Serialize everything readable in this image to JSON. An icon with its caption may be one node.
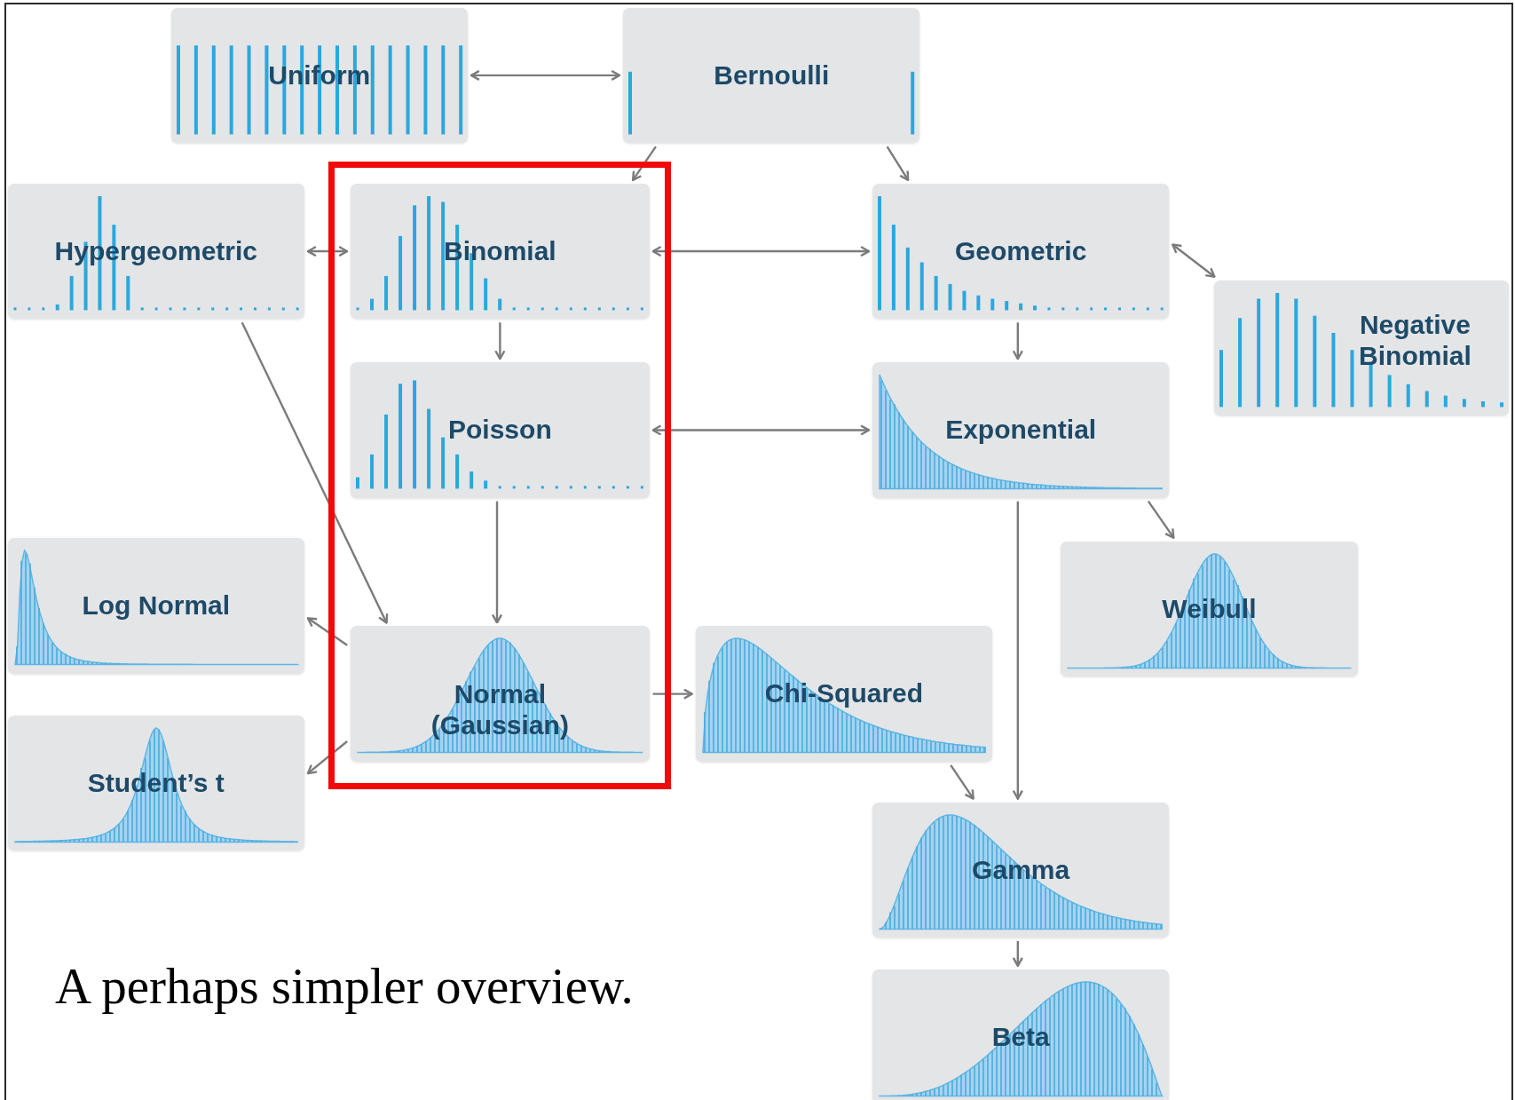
{
  "diagram": {
    "caption": "A perhaps simpler overview.",
    "nodes": [
      {
        "text": [
          "Uniform"
        ]
      },
      {
        "text": [
          "Bernoulli"
        ]
      },
      {
        "text": [
          "Hypergeometric"
        ]
      },
      {
        "text": [
          "Binomial"
        ]
      },
      {
        "text": [
          "Geometric"
        ]
      },
      {
        "text": [
          "Negative Binomial"
        ]
      },
      {
        "text": [
          "Poisson"
        ]
      },
      {
        "text": [
          "Exponential"
        ]
      },
      {
        "text": [
          "Log Normal"
        ]
      },
      {
        "text": [
          "Weibull"
        ]
      },
      {
        "text": [
          "Normal (Gaussian)"
        ]
      },
      {
        "text": [
          "Chi-Squared"
        ]
      },
      {
        "text": [
          "Student’s t"
        ]
      },
      {
        "text": [
          "Gamma"
        ]
      },
      {
        "text": [
          "Beta"
        ]
      }
    ],
    "edges": [
      {
        "from": 0,
        "to": 1,
        "arrow": "both"
      },
      {
        "from": 1,
        "to": 3,
        "arrow": "to"
      },
      {
        "from": 1,
        "to": 4,
        "arrow": "to"
      },
      {
        "from": 2,
        "to": 3,
        "arrow": "both"
      },
      {
        "from": 3,
        "to": 4,
        "arrow": "both"
      },
      {
        "from": 4,
        "to": 5,
        "arrow": "both"
      },
      {
        "from": 3,
        "to": 6,
        "arrow": "to"
      },
      {
        "from": 4,
        "to": 7,
        "arrow": "to"
      },
      {
        "from": 6,
        "to": 7,
        "arrow": "both"
      },
      {
        "from": 2,
        "to": 10,
        "arrow": "to"
      },
      {
        "from": 6,
        "to": 10,
        "arrow": "to"
      },
      {
        "from": 7,
        "to": 9,
        "arrow": "to"
      },
      {
        "from": 7,
        "to": 13,
        "arrow": "to"
      },
      {
        "from": 10,
        "to": 8,
        "arrow": "to"
      },
      {
        "from": 10,
        "to": 12,
        "arrow": "to"
      },
      {
        "from": 10,
        "to": 11,
        "arrow": "to"
      },
      {
        "from": 11,
        "to": 13,
        "arrow": "to"
      },
      {
        "from": 13,
        "to": 14,
        "arrow": "to"
      }
    ]
  }
}
